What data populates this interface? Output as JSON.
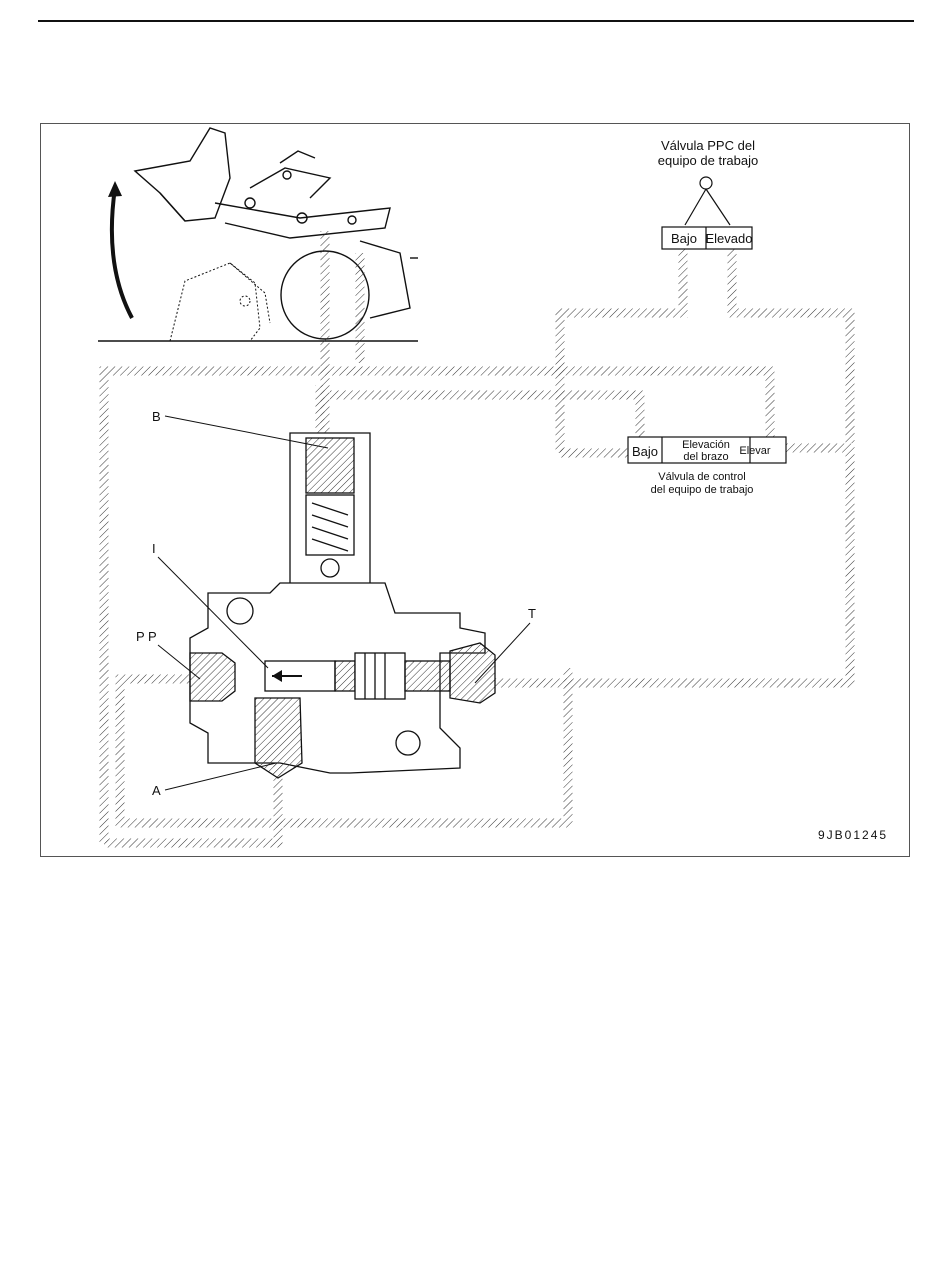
{
  "ppc_valve": {
    "label_line1": "Válvula PPC del",
    "label_line2": "equipo de trabajo",
    "left": "Bajo",
    "right": "Elevado"
  },
  "control_valve": {
    "left": "Bajo",
    "middle_line1": "Elevación",
    "middle_line2": "del brazo",
    "right": "Elevar",
    "label_line1": "Válvula de control",
    "label_line2": "del equipo de trabajo"
  },
  "parts": {
    "b": "B",
    "i": "I",
    "pp": "P P",
    "t": "T",
    "a": "A"
  },
  "figure_code": "9JB01245"
}
